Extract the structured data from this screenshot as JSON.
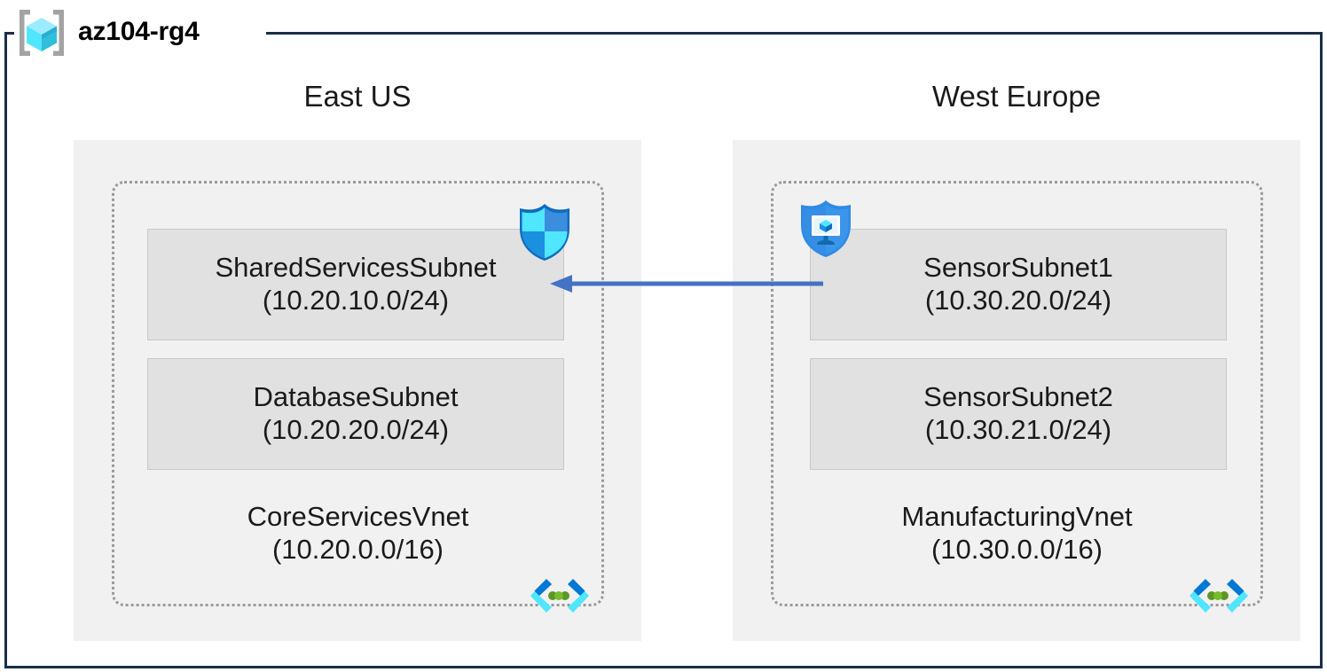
{
  "resource_group": {
    "name": "az104-rg4",
    "icon": "resource-group-cube-icon"
  },
  "regions": [
    {
      "id": "east",
      "label": "East US"
    },
    {
      "id": "west",
      "label": "West Europe"
    }
  ],
  "vnets": [
    {
      "id": "core-services-vnet",
      "region": "East US",
      "name": "CoreServicesVnet",
      "cidr": "(10.20.0.0/16)",
      "icon": "vnet-icon",
      "subnets": [
        {
          "id": "shared-services-subnet",
          "name": "SharedServicesSubnet",
          "cidr": "(10.20.10.0/24)",
          "icon": "shield-icon"
        },
        {
          "id": "database-subnet",
          "name": "DatabaseSubnet",
          "cidr": "(10.20.20.0/24)",
          "icon": null
        }
      ]
    },
    {
      "id": "manufacturing-vnet",
      "region": "West Europe",
      "name": "ManufacturingVnet",
      "cidr": "(10.30.0.0/16)",
      "icon": "vnet-icon",
      "subnets": [
        {
          "id": "sensor-subnet-1",
          "name": "SensorSubnet1",
          "cidr": "(10.30.20.0/24)",
          "icon": "shield-monitor-icon"
        },
        {
          "id": "sensor-subnet-2",
          "name": "SensorSubnet2",
          "cidr": "(10.30.21.0/24)",
          "icon": null
        }
      ]
    }
  ],
  "connection": {
    "id": "vnet-peering-arrow",
    "direction": "right-to-left",
    "from": "SensorSubnet1",
    "to": "SharedServicesSubnet",
    "label": ""
  },
  "colors": {
    "frame_border": "#1b2d49",
    "region_fill": "#f1f1f1",
    "vnet_border": "#9a9a9a",
    "subnet_fill": "#e1e1e1",
    "subnet_border": "#c8c8c8",
    "arrow": "#4472c4",
    "icon_cyan": "#50e6ff",
    "icon_blue": "#0078d4",
    "icon_gray": "#a3a3a3",
    "icon_green": "#5e9624",
    "text": "#1a1a1a"
  }
}
